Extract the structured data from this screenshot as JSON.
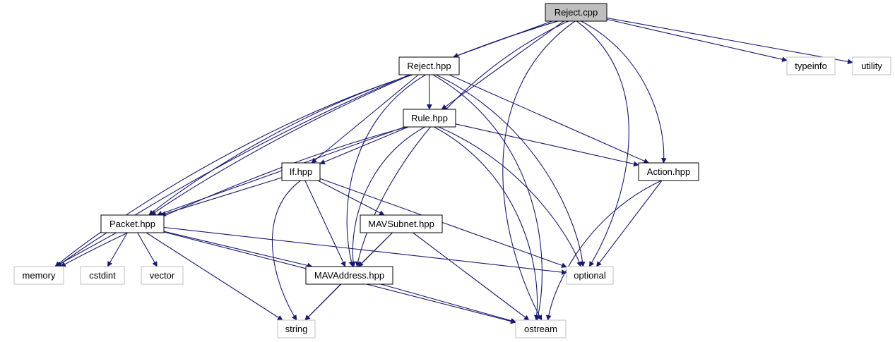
{
  "diagram": {
    "nodes": [
      {
        "id": "reject_cpp",
        "label": "Reject.cpp",
        "kind": "root",
        "link": false
      },
      {
        "id": "reject_hpp",
        "label": "Reject.hpp",
        "kind": "local",
        "link": true
      },
      {
        "id": "rule_hpp",
        "label": "Rule.hpp",
        "kind": "local",
        "link": true
      },
      {
        "id": "if_hpp",
        "label": "If.hpp",
        "kind": "local",
        "link": true
      },
      {
        "id": "action_hpp",
        "label": "Action.hpp",
        "kind": "local",
        "link": true
      },
      {
        "id": "packet_hpp",
        "label": "Packet.hpp",
        "kind": "local",
        "link": true
      },
      {
        "id": "mavsub_hpp",
        "label": "MAVSubnet.hpp",
        "kind": "local",
        "link": true
      },
      {
        "id": "mavaddr_hpp",
        "label": "MAVAddress.hpp",
        "kind": "local",
        "link": true
      },
      {
        "id": "typeinfo",
        "label": "typeinfo",
        "kind": "system",
        "link": false
      },
      {
        "id": "utility",
        "label": "utility",
        "kind": "system",
        "link": false
      },
      {
        "id": "memory",
        "label": "memory",
        "kind": "system",
        "link": false
      },
      {
        "id": "cstdint",
        "label": "cstdint",
        "kind": "system",
        "link": false
      },
      {
        "id": "vector",
        "label": "vector",
        "kind": "system",
        "link": false
      },
      {
        "id": "optional",
        "label": "optional",
        "kind": "system",
        "link": false
      },
      {
        "id": "string",
        "label": "string",
        "kind": "system",
        "link": false
      },
      {
        "id": "ostream",
        "label": "ostream",
        "kind": "system",
        "link": false
      }
    ],
    "edges": [
      [
        "reject_cpp",
        "reject_hpp"
      ],
      [
        "reject_cpp",
        "rule_hpp"
      ],
      [
        "reject_cpp",
        "action_hpp"
      ],
      [
        "reject_cpp",
        "packet_hpp"
      ],
      [
        "reject_cpp",
        "memory"
      ],
      [
        "reject_cpp",
        "mavaddr_hpp"
      ],
      [
        "reject_cpp",
        "typeinfo"
      ],
      [
        "reject_cpp",
        "utility"
      ],
      [
        "reject_cpp",
        "optional"
      ],
      [
        "reject_cpp",
        "ostream"
      ],
      [
        "reject_hpp",
        "rule_hpp"
      ],
      [
        "reject_hpp",
        "if_hpp"
      ],
      [
        "reject_hpp",
        "action_hpp"
      ],
      [
        "reject_hpp",
        "packet_hpp"
      ],
      [
        "reject_hpp",
        "memory"
      ],
      [
        "reject_hpp",
        "mavaddr_hpp"
      ],
      [
        "reject_hpp",
        "optional"
      ],
      [
        "reject_hpp",
        "ostream"
      ],
      [
        "rule_hpp",
        "if_hpp"
      ],
      [
        "rule_hpp",
        "action_hpp"
      ],
      [
        "rule_hpp",
        "packet_hpp"
      ],
      [
        "rule_hpp",
        "memory"
      ],
      [
        "rule_hpp",
        "mavaddr_hpp"
      ],
      [
        "rule_hpp",
        "optional"
      ],
      [
        "rule_hpp",
        "ostream"
      ],
      [
        "if_hpp",
        "packet_hpp"
      ],
      [
        "if_hpp",
        "mavsub_hpp"
      ],
      [
        "if_hpp",
        "mavaddr_hpp"
      ],
      [
        "if_hpp",
        "string"
      ],
      [
        "if_hpp",
        "optional"
      ],
      [
        "action_hpp",
        "optional"
      ],
      [
        "action_hpp",
        "ostream"
      ],
      [
        "packet_hpp",
        "memory"
      ],
      [
        "packet_hpp",
        "cstdint"
      ],
      [
        "packet_hpp",
        "vector"
      ],
      [
        "packet_hpp",
        "mavaddr_hpp"
      ],
      [
        "packet_hpp",
        "string"
      ],
      [
        "packet_hpp",
        "optional"
      ],
      [
        "packet_hpp",
        "ostream"
      ],
      [
        "mavsub_hpp",
        "mavaddr_hpp"
      ],
      [
        "mavsub_hpp",
        "string"
      ],
      [
        "mavsub_hpp",
        "ostream"
      ],
      [
        "mavaddr_hpp",
        "string"
      ],
      [
        "mavaddr_hpp",
        "ostream"
      ]
    ]
  }
}
